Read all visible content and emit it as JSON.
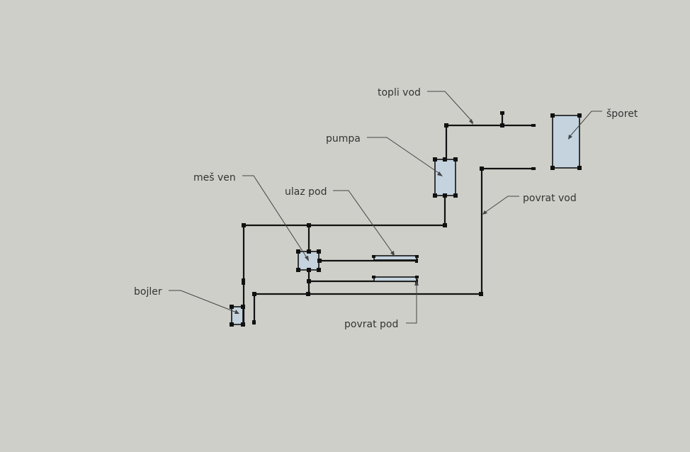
{
  "diagram": {
    "background": "#cfcfca",
    "component_fill": "#c4d3de",
    "pipe_color": "#111111",
    "labels": {
      "topli_vod": "topli vod",
      "sporet": "šporet",
      "pumpa": "pumpa",
      "mes_ven": "meš ven",
      "ulaz_pod": "ulaz pod",
      "povrat_vod": "povrat vod",
      "bojler": "bojler",
      "povrat_pod": "povrat pod"
    }
  }
}
